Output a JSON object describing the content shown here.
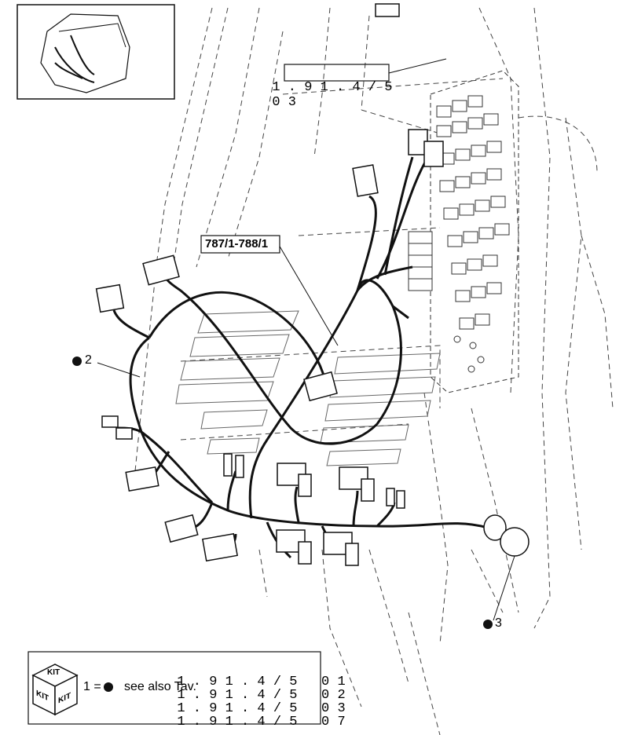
{
  "reference_top": {
    "prefix": "1 . 9 1 . 4 / 5",
    "suffix": "0 3"
  },
  "part_label": "787/1-788/1",
  "callouts": [
    {
      "number": "2"
    },
    {
      "number": "3"
    }
  ],
  "legend": {
    "kit_word": "KIT",
    "equals_text": "1 =",
    "see_also": "see also Tav.",
    "references": [
      {
        "code": "1 . 9 1 . 4 / 5",
        "suffix": "0 1"
      },
      {
        "code": "1 . 9 1 . 4 / 5",
        "suffix": "0 2"
      },
      {
        "code": "1 . 9 1 . 4 / 5",
        "suffix": "0 3"
      },
      {
        "code": "1 . 9 1 . 4 / 5",
        "suffix": "0 7"
      }
    ]
  }
}
